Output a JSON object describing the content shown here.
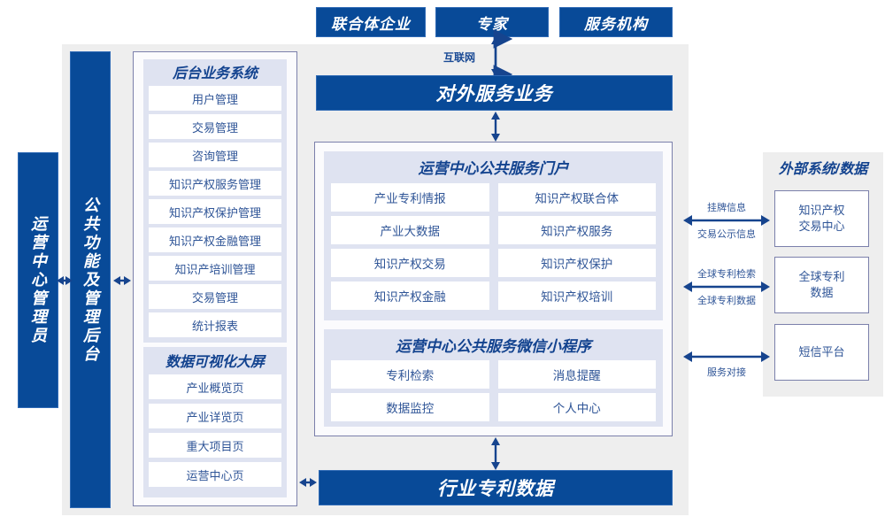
{
  "diagram": {
    "title_hidden": "",
    "colors": {
      "brand_blue": "#084A98",
      "panel_gray": "#eeeeee",
      "group_lavender": "#dfe3f1",
      "border_purple": "#7b80ab",
      "text_blue": "#2f5597",
      "title_blue": "#13438f"
    }
  },
  "top_actors": [
    {
      "label": "联合体企业"
    },
    {
      "label": "专家"
    },
    {
      "label": "服务机构"
    }
  ],
  "internet_label": "互联网",
  "external_service_bar": {
    "label": "对外服务业务"
  },
  "bottom_bar": {
    "label": "行业专利数据"
  },
  "left_columns": [
    {
      "label": "运营中心管理员"
    },
    {
      "label": "公共功能及管理后台"
    }
  ],
  "backend_group": {
    "title": "后台业务系统",
    "items": [
      "用户管理",
      "交易管理",
      "咨询管理",
      "知识产权服务管理",
      "知识产权保护管理",
      "知识产权金融管理",
      "知识产培训管理",
      "交易管理",
      "统计报表"
    ]
  },
  "visualization_group": {
    "title": "数据可视化大屏",
    "items": [
      "产业概览页",
      "产业详览页",
      "重大项目页",
      "运营中心页"
    ]
  },
  "portal_group": {
    "title": "运营中心公共服务门户",
    "items": [
      "产业专利情报",
      "知识产权联合体",
      "产业大数据",
      "知识产权服务",
      "知识产权交易",
      "知识产权保护",
      "知识产权金融",
      "知识产权培训"
    ]
  },
  "miniprogram_group": {
    "title": "运营中心公共服务微信小程序",
    "items": [
      "专利检索",
      "消息提醒",
      "数据监控",
      "个人中心"
    ]
  },
  "external_panel": {
    "title": "外部系统/数据",
    "boxes": [
      {
        "label": "知识产权\n交易中心"
      },
      {
        "label": "全球专利\n数据"
      },
      {
        "label": "短信平台"
      }
    ],
    "connector_labels": [
      {
        "above": "挂牌信息",
        "below": "交易公示信息"
      },
      {
        "above": "全球专利检索",
        "below": "全球专利数据"
      },
      {
        "above": "",
        "below": "服务对接"
      }
    ]
  }
}
